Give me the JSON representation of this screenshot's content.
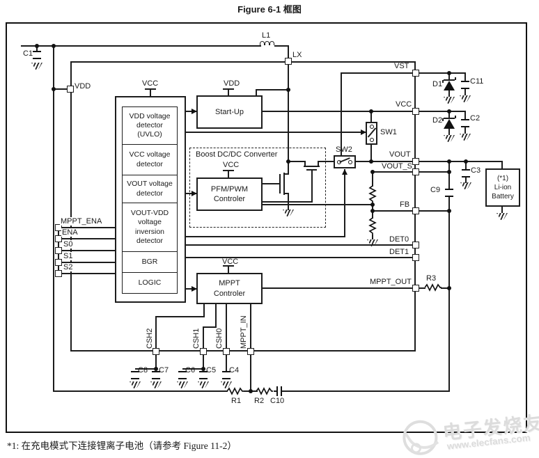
{
  "figure": {
    "title": "Figure 6-1 框图",
    "footnote": "*1: 在充电模式下连接锂离子电池（请参考 Figure 11-2）"
  },
  "chip": {
    "pins": {
      "lx": "LX",
      "vdd": "VDD",
      "mppt_ena": "MPPT_ENA",
      "ena": "ENA",
      "s0": "S0",
      "s1": "S1",
      "s2": "S2",
      "vst": "VST",
      "vcc": "VCC",
      "vout": "VOUT",
      "vout_s": "VOUT_S",
      "fb": "FB",
      "det0": "DET0",
      "det1": "DET1",
      "mppt_out": "MPPT_OUT",
      "csh2": "CSH2",
      "csh1": "CSH1",
      "csh0": "CSH0",
      "mppt_in": "MPPT_IN"
    },
    "supply_labels": {
      "stack_vcc": "VCC",
      "startup_vdd": "VDD",
      "pfm_vcc": "VCC",
      "mppt_vcc": "VCC"
    },
    "blocks": {
      "detector_cells": [
        "VDD voltage detector (UVLO)",
        "VCC voltage detector",
        "VOUT voltage detector",
        "VOUT-VDD voltage inversion detector",
        "BGR",
        "LOGIC"
      ],
      "startup": "Start-Up",
      "boost_title": "Boost DC/DC Converter",
      "pfm_line1": "PFM/PWM",
      "pfm_line2": "Controler",
      "mppt_line1": "MPPT",
      "mppt_line2": "Controler",
      "sw1": "SW1",
      "sw2": "SW2"
    }
  },
  "external": {
    "l1": "L1",
    "c1": "C1",
    "c2": "C2",
    "c3": "C3",
    "c4": "C4",
    "c5": "C5",
    "c6": "C6",
    "c7": "C7",
    "c8": "C8",
    "c9": "C9",
    "c10": "C10",
    "c11": "C11",
    "r1": "R1",
    "r2": "R2",
    "r3": "R3",
    "d1": "D1",
    "d2": "D2",
    "battery": {
      "note": "(*1)",
      "line1": "Li-ion",
      "line2": "Battery"
    }
  },
  "watermark": {
    "brand": "电子发烧友",
    "url": "www.elecfans.com"
  }
}
